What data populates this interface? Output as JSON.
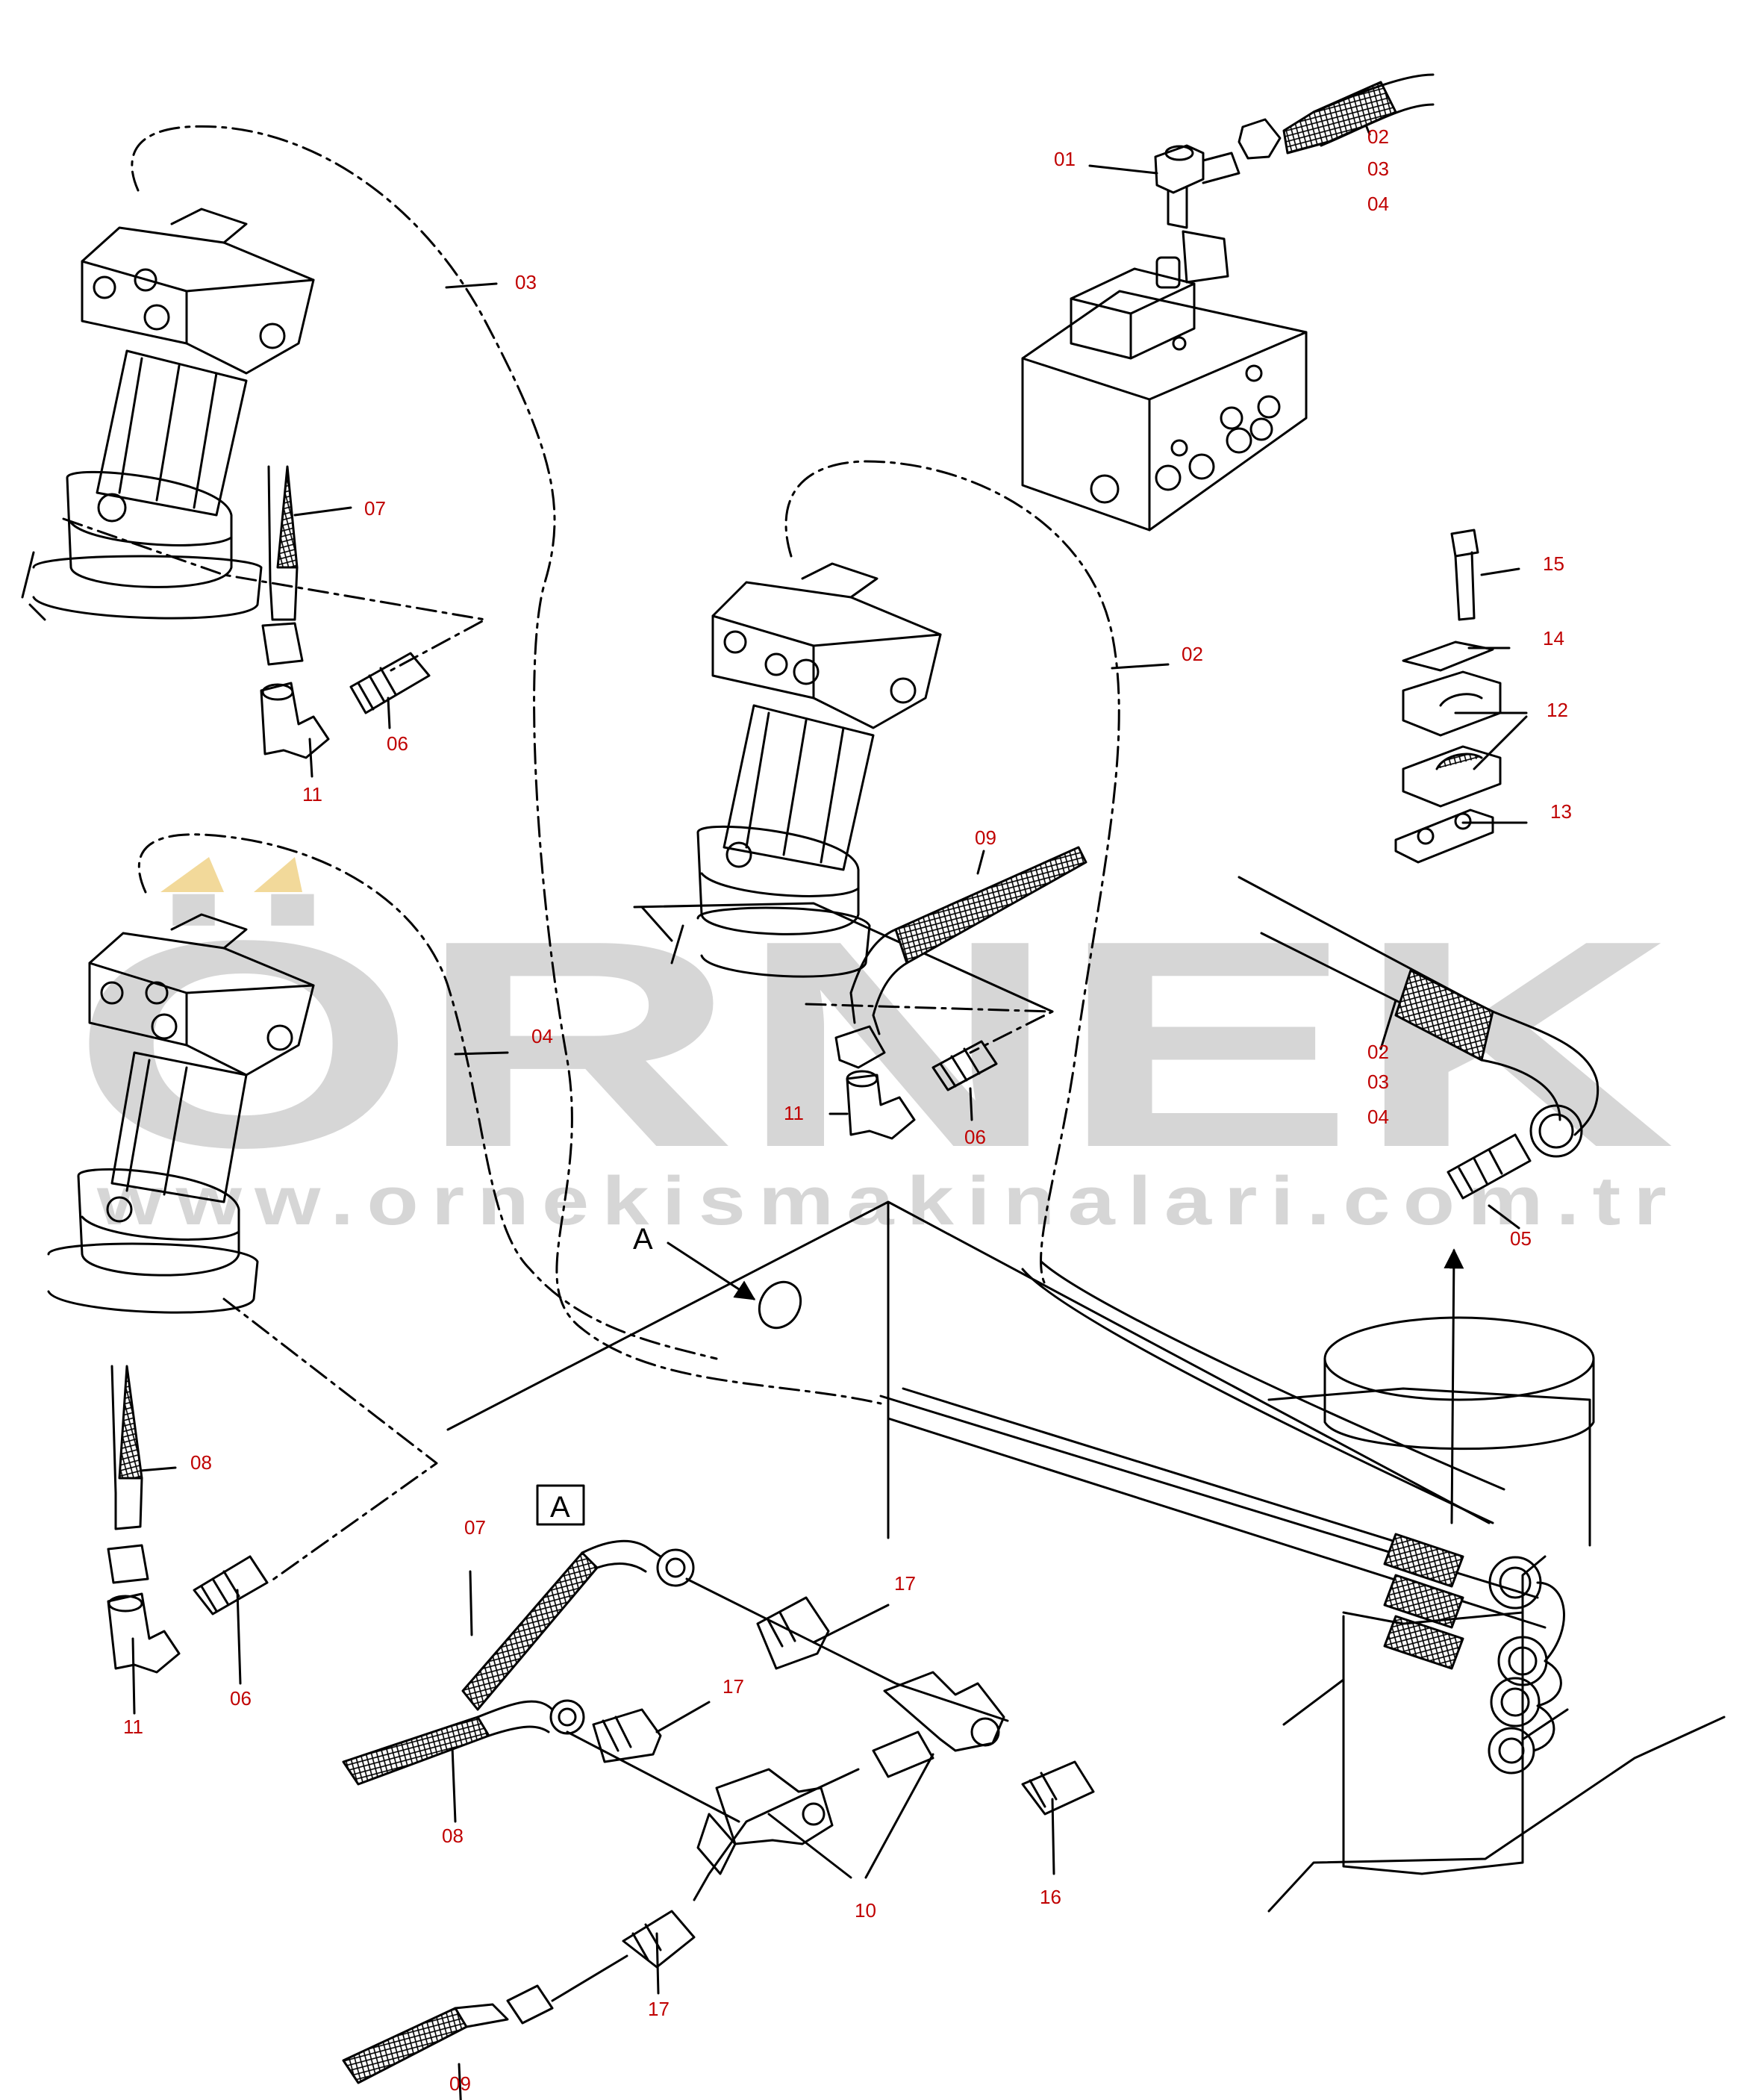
{
  "colors": {
    "callout": "#c00000",
    "line": "#000000",
    "watermark": "#d6d6d6",
    "watermark_accent": "#f2d99a"
  },
  "watermark": {
    "brand": "ÖRNEK",
    "url": "www.ornekismakinalari.com.tr"
  },
  "detail": {
    "marker": "A",
    "box_label": "A"
  },
  "callouts": {
    "c01": "01",
    "c02_top": "02",
    "c03_top": "03",
    "c04_top": "04",
    "c03_loop": "03",
    "c02_loop": "02",
    "c04_loop": "04",
    "c07_upper": "07",
    "c06_upper": "06",
    "c11_upper": "11",
    "c09_center": "09",
    "c11_center": "11",
    "c06_center": "06",
    "c15": "15",
    "c14": "14",
    "c12": "12",
    "c13": "13",
    "c02_right": "02",
    "c03_right": "03",
    "c04_right": "04",
    "c05": "05",
    "c08_left": "08",
    "c06_left": "06",
    "c11_left": "11",
    "c07_detail": "07",
    "c17_a": "17",
    "c17_b": "17",
    "c08_detail": "08",
    "c10": "10",
    "c16": "16",
    "c17_c": "17",
    "c09_detail": "09"
  }
}
